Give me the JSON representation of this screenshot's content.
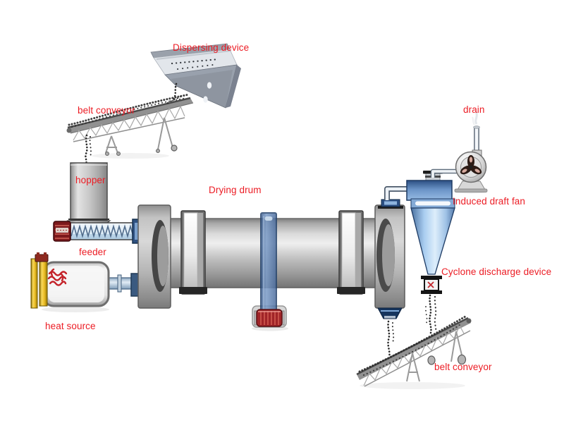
{
  "diagram": {
    "type": "process-flow-diagram",
    "background_color": "#ffffff",
    "label_color": "#ec1c24",
    "labels": {
      "dispersing_device": "Dispersing device",
      "belt_conveyor_feed": "belt conveyor",
      "hopper": "hopper",
      "drying_drum": "Drying drum",
      "feeder": "feeder",
      "heat_source": "heat source",
      "drain": "drain",
      "induced_draft_fan": "Induced draft fan",
      "cyclone_discharge_device": "Cyclone discharge device",
      "belt_conveyor_discharge": "belt conveyor"
    },
    "palette": {
      "machine_gray": "#c6c6c6",
      "steel_blue": "#5d80b4",
      "cyclone_blue": "#9ec3e8",
      "navy_flange": "#2f5181",
      "motor_red": "#9c2125",
      "burner_yellow": "#f0c12b",
      "flame_red": "#c4232a",
      "particle_dark": "#2b2b2b"
    }
  }
}
